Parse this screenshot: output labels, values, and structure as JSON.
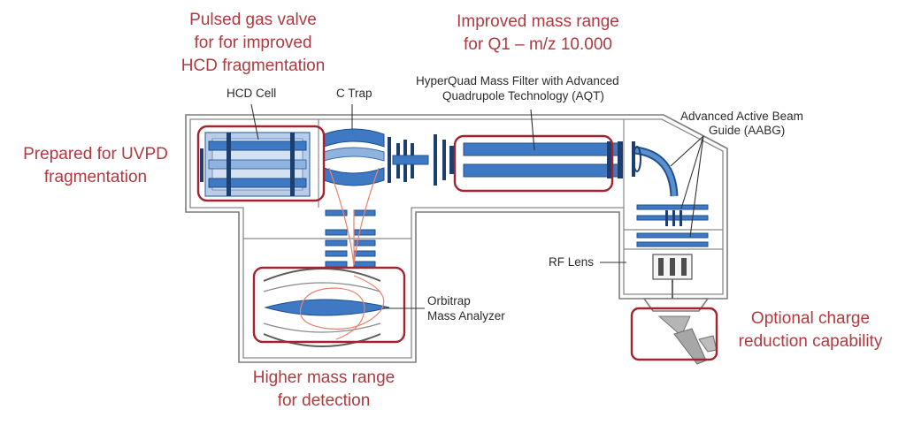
{
  "callouts": {
    "pulsed_gas": [
      "Pulsed gas valve",
      "for for improved",
      "HCD fragmentation"
    ],
    "mass_range_q1": [
      "Improved mass range",
      "for Q1 – m/z 10.000"
    ],
    "uvpd": [
      "Prepared for UVPD",
      "fragmentation"
    ],
    "detection": [
      "Higher mass range",
      "for detection"
    ],
    "charge_reduction": [
      "Optional charge",
      "reduction capability"
    ]
  },
  "labels": {
    "hcd_cell": "HCD Cell",
    "c_trap": "C Trap",
    "hyperquad": [
      "HyperQuad Mass Filter with Advanced",
      "Quadrupole Technology (AQT)"
    ],
    "aabg": [
      "Advanced Active Beam",
      "Guide (AABG)"
    ],
    "rf_lens": "RF Lens",
    "orbitrap": [
      "Orbitrap",
      "Mass Analyzer"
    ]
  },
  "colors": {
    "callout_text": "#b03a3f",
    "highlight_box": "#a3232e",
    "ion_optics": "#3f78c3",
    "ion_path": "#e7826c"
  }
}
